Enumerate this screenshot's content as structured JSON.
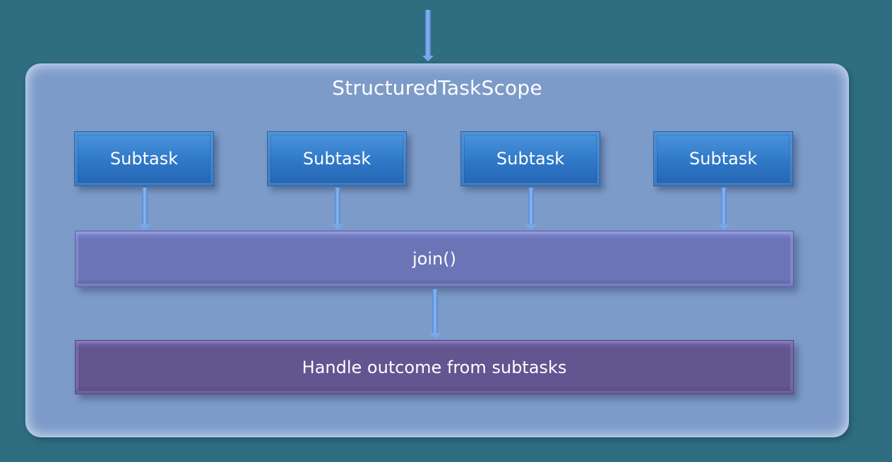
{
  "diagram": {
    "scope_label": "StructuredTaskScope",
    "subtasks": [
      {
        "label": "Subtask"
      },
      {
        "label": "Subtask"
      },
      {
        "label": "Subtask"
      },
      {
        "label": "Subtask"
      }
    ],
    "join_label": "join()",
    "outcome_label": "Handle outcome from subtasks"
  },
  "colors": {
    "background": "#2e6e80",
    "scope_fill": "#7d9bc9",
    "subtask_fill": "#2f78c8",
    "join_fill": "#6b74b6",
    "outcome_fill": "#625590",
    "arrow": "#78a8ea"
  }
}
